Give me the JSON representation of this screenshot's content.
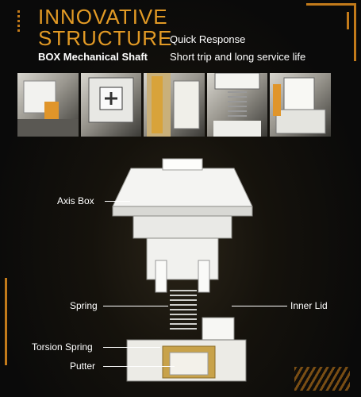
{
  "header": {
    "title_line1": "INNOVATIVE",
    "title_line2": "STRUCTURE",
    "subtitle": "BOX Mechanical Shaft",
    "feature1": "Quick Response",
    "feature2": "Short trip and long service life"
  },
  "thumbnails": [
    "switch-side-photo",
    "switch-top-photo",
    "switch-stem-photo",
    "switch-spring-photo",
    "switch-housing-photo"
  ],
  "labels": {
    "axis_box": "Axis Box",
    "spring": "Spring",
    "inner_lid": "Inner Lid",
    "torsion_spring": "Torsion Spring",
    "putter": "Putter"
  },
  "colors": {
    "accent": "#e29a25",
    "frame": "#c27a1a",
    "background": "#0b0b0b",
    "text": "#ffffff"
  }
}
